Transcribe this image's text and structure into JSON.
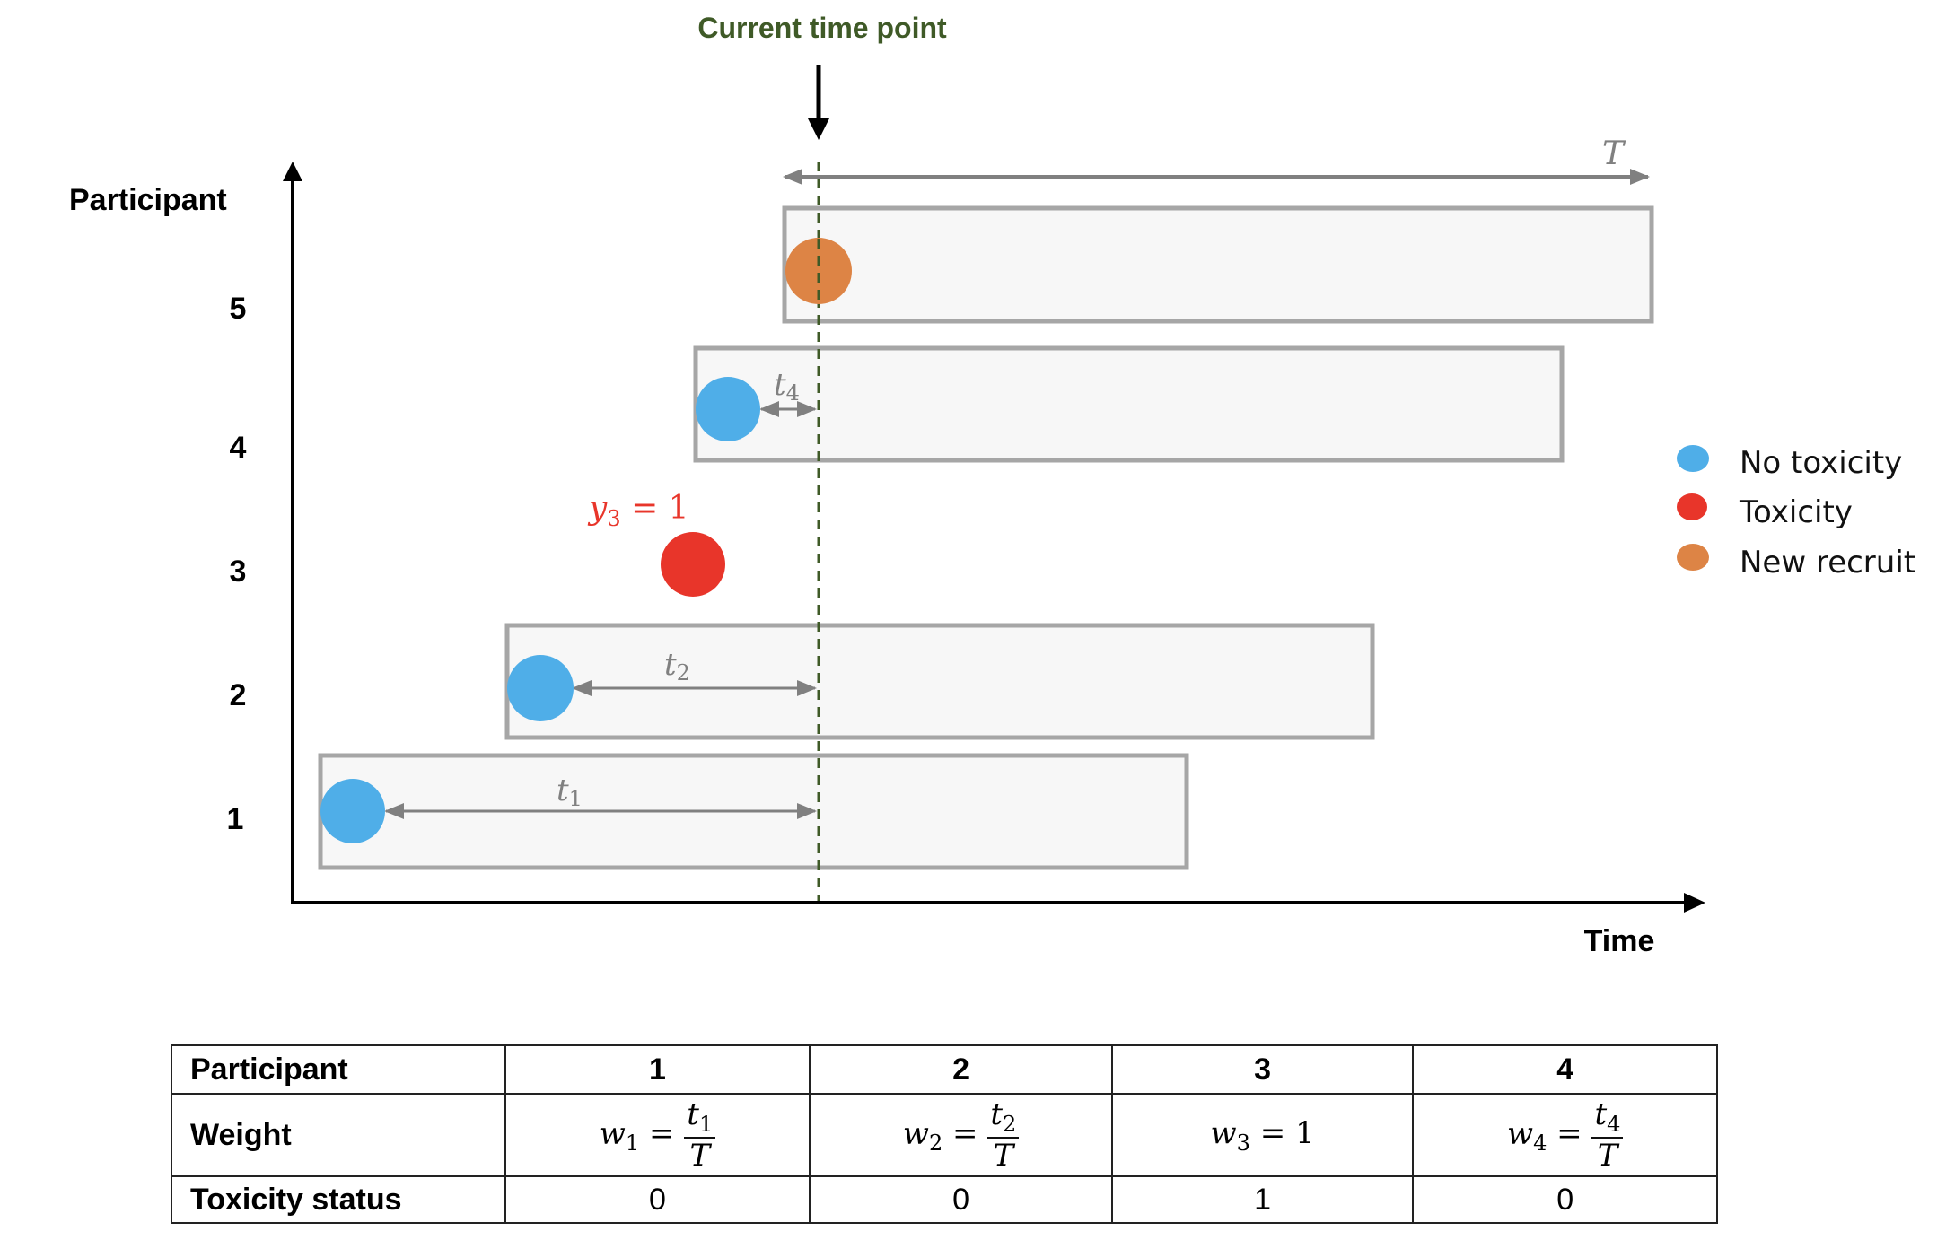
{
  "title": "Current time point",
  "axes": {
    "y_label": "Participant",
    "x_label": "Time",
    "y_ticks": [
      "1",
      "2",
      "3",
      "4",
      "5"
    ]
  },
  "window_label": "T",
  "annotations": {
    "t1": "t",
    "t1_sub": "1",
    "t2": "t",
    "t2_sub": "2",
    "t4": "t",
    "t4_sub": "4",
    "y3_label": "y",
    "y3_sub": "3",
    "y3_rest": " = 1"
  },
  "legend": [
    {
      "label": "No toxicity",
      "color": "#4FAEE8"
    },
    {
      "label": "Toxicity",
      "color": "#E8352A"
    },
    {
      "label": "New recruit",
      "color": "#DD8445"
    }
  ],
  "colors": {
    "title_green": "#3F5A27",
    "dashed_line": "#3F5A27",
    "box_stroke": "#A6A6A6",
    "box_fill": "#F7F7F7",
    "interval_arrow": "#808080",
    "axis": "#000000",
    "y3_red": "#E8352A"
  },
  "participants": [
    {
      "id": "1",
      "status": "No toxicity"
    },
    {
      "id": "2",
      "status": "No toxicity"
    },
    {
      "id": "3",
      "status": "Toxicity"
    },
    {
      "id": "4",
      "status": "No toxicity"
    },
    {
      "id": "5",
      "status": "New recruit"
    }
  ],
  "table": {
    "row_headers": [
      "Participant",
      "Weight",
      "Toxicity status"
    ],
    "columns": [
      {
        "participant": "1",
        "weight_var": "w",
        "weight_sub": "1",
        "weight_num": "t",
        "weight_num_sub": "1",
        "weight_den": "T",
        "toxicity": "0"
      },
      {
        "participant": "2",
        "weight_var": "w",
        "weight_sub": "2",
        "weight_num": "t",
        "weight_num_sub": "2",
        "weight_den": "T",
        "toxicity": "0"
      },
      {
        "participant": "3",
        "weight_var": "w",
        "weight_sub": "3",
        "weight_value": "1",
        "toxicity": "1"
      },
      {
        "participant": "4",
        "weight_var": "w",
        "weight_sub": "4",
        "weight_num": "t",
        "weight_num_sub": "4",
        "weight_den": "T",
        "toxicity": "0"
      }
    ],
    "equals": "="
  }
}
